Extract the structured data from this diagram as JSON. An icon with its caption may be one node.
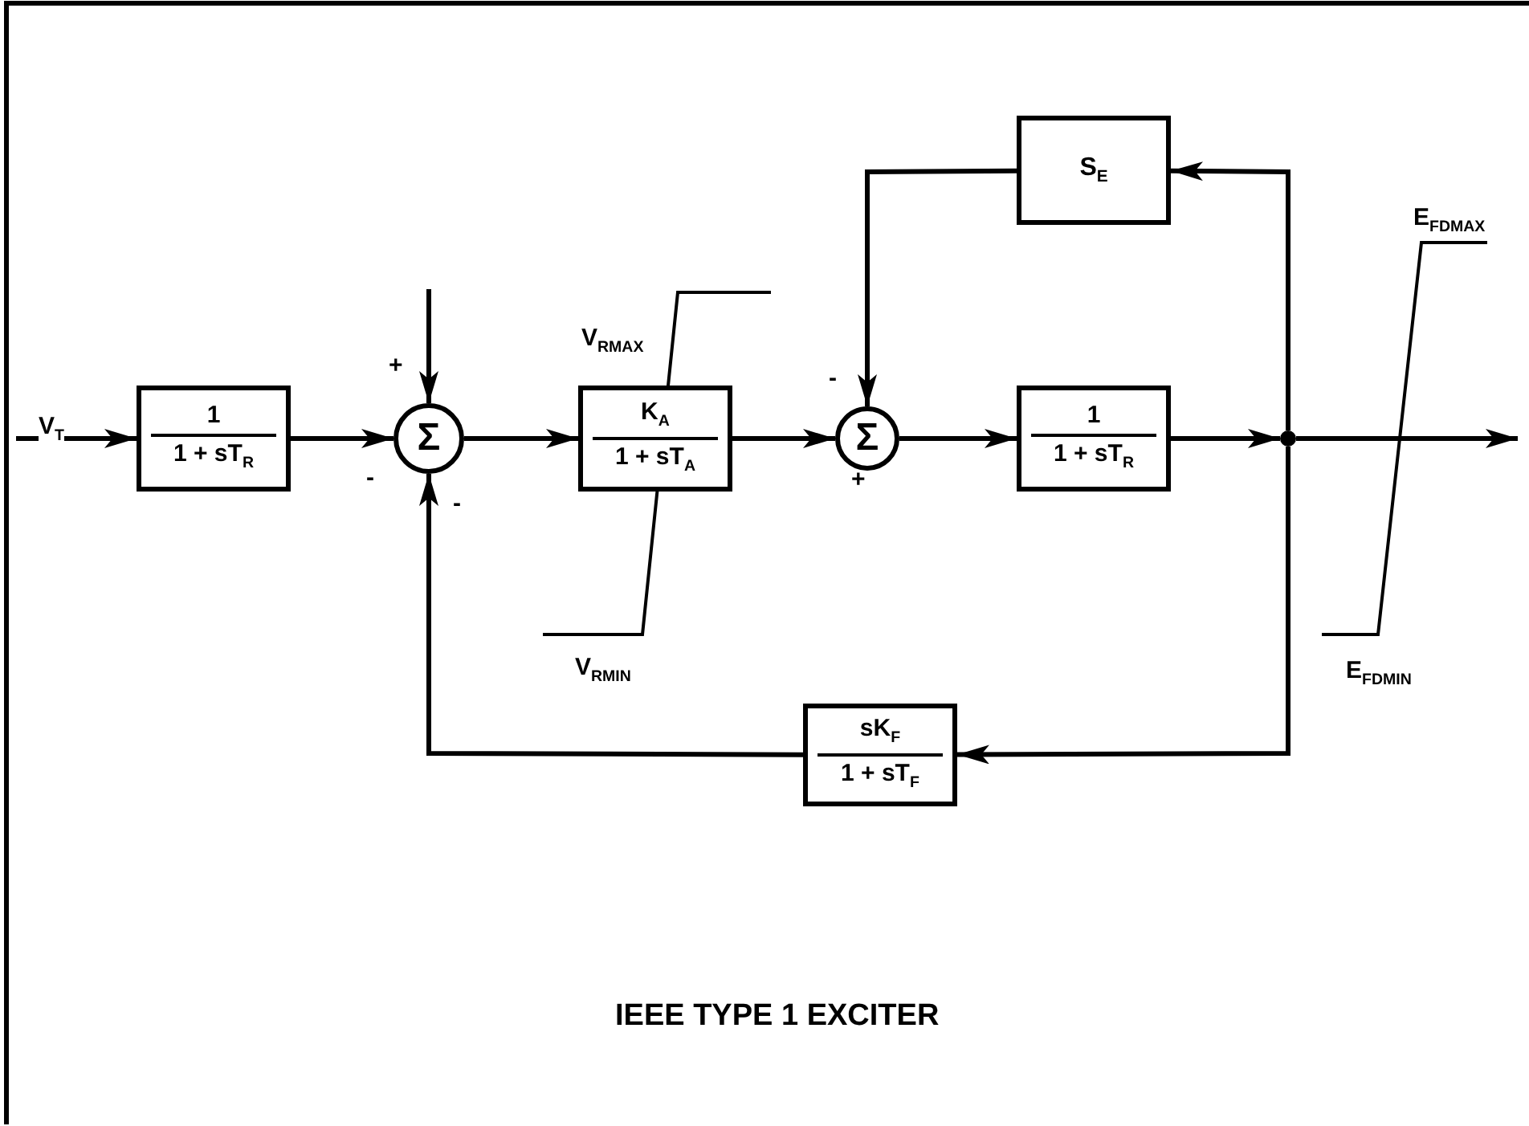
{
  "diagram": {
    "caption": "IEEE TYPE 1 EXCITER",
    "nodes": [
      {
        "text": [
          "1",
          "1 + sT$_{R}$"
        ]
      },
      {
        "text": [
          "Σ"
        ]
      },
      {
        "text": [
          "K$_{A}$",
          "1 + sT$_{A}$"
        ]
      },
      {
        "text": [
          "Σ"
        ]
      },
      {
        "text": [
          "1",
          "1 + sT$_{R}$"
        ]
      },
      {
        "text": [],
        "shape": "circle"
      },
      {
        "text": [
          "S$_{E}$"
        ]
      },
      {
        "text": [
          "sK$_{F}$",
          "1 + sT$_{F}$"
        ]
      }
    ],
    "edges": [
      {
        "from": null,
        "to": 0,
        "arrow": "to",
        "label": "V$_{T}$"
      },
      {
        "from": 0,
        "to": 1,
        "arrow": "to"
      },
      {
        "from": null,
        "to": 1,
        "arrow": "to"
      },
      {
        "from": 1,
        "to": 2,
        "arrow": "to"
      },
      {
        "from": 2,
        "to": 3,
        "arrow": "to"
      },
      {
        "from": 3,
        "to": 4,
        "arrow": "to"
      },
      {
        "from": 4,
        "to": 5,
        "arrow": "to"
      },
      {
        "from": 5,
        "to": null,
        "arrow": "to"
      },
      {
        "from": 5,
        "to": 6,
        "arrow": "to"
      },
      {
        "from": 6,
        "to": 3,
        "arrow": "to"
      },
      {
        "from": 5,
        "to": 7,
        "arrow": "to"
      },
      {
        "from": 7,
        "to": 1,
        "arrow": "to"
      }
    ],
    "labels": [
      "V$_{RMAX}$",
      "+",
      "-",
      "-",
      "+",
      "-",
      "E$_{FDMAX}$",
      "V$_{RMIN}$",
      "E$_{FDMIN}$"
    ]
  }
}
